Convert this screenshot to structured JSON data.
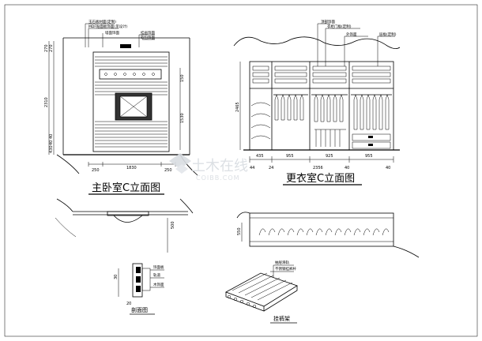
{
  "drawing": {
    "titles": {
      "bedroom": "主卧室C立面图",
      "closet": "更衣室C立面图",
      "section": "剖面图",
      "rack": "挂裤架"
    },
    "bedroom_dims": {
      "top_a": "270",
      "top_b": "270",
      "height": "2310",
      "side_a": "150",
      "side_b": "1530",
      "low_a": "40",
      "low_b": "40",
      "low_c": "430",
      "base_a": "250",
      "base_b": "1830",
      "base_c": "250",
      "plan_depth": "500"
    },
    "closet_dims": {
      "height": "2465",
      "total": "2356",
      "seg1": "435",
      "seg2": "955",
      "seg3": "925",
      "seg4": "955",
      "low_a": "44",
      "low_b": "24",
      "low_c": "40",
      "low_d": "40"
    },
    "rack_dims": {
      "depth": "550"
    },
    "section_dims": {
      "h1": "30",
      "h2": "20"
    },
    "notes": {
      "bedroom_1": "玉石板材面(定制)",
      "bedroom_2": "MDF贴面板饰面(见设计)",
      "bedroom_3": "墙面饰面",
      "bedroom_4": "挂画饰面",
      "bedroom_5": "软包饰面",
      "closet_1": "顶部饰面",
      "closet_2": "衣柜门板(定制)",
      "closet_3": "外饰面",
      "closet_4": "层板(定制)",
      "rack_1": "抽屉滑轨",
      "rack_2": "不锈钢挂裤杆",
      "section_1": "饰面板",
      "section_2": "轨道",
      "section_3": "木饰面"
    },
    "watermark": {
      "cn": "土木在线",
      "en": "COIBB.COM"
    }
  }
}
